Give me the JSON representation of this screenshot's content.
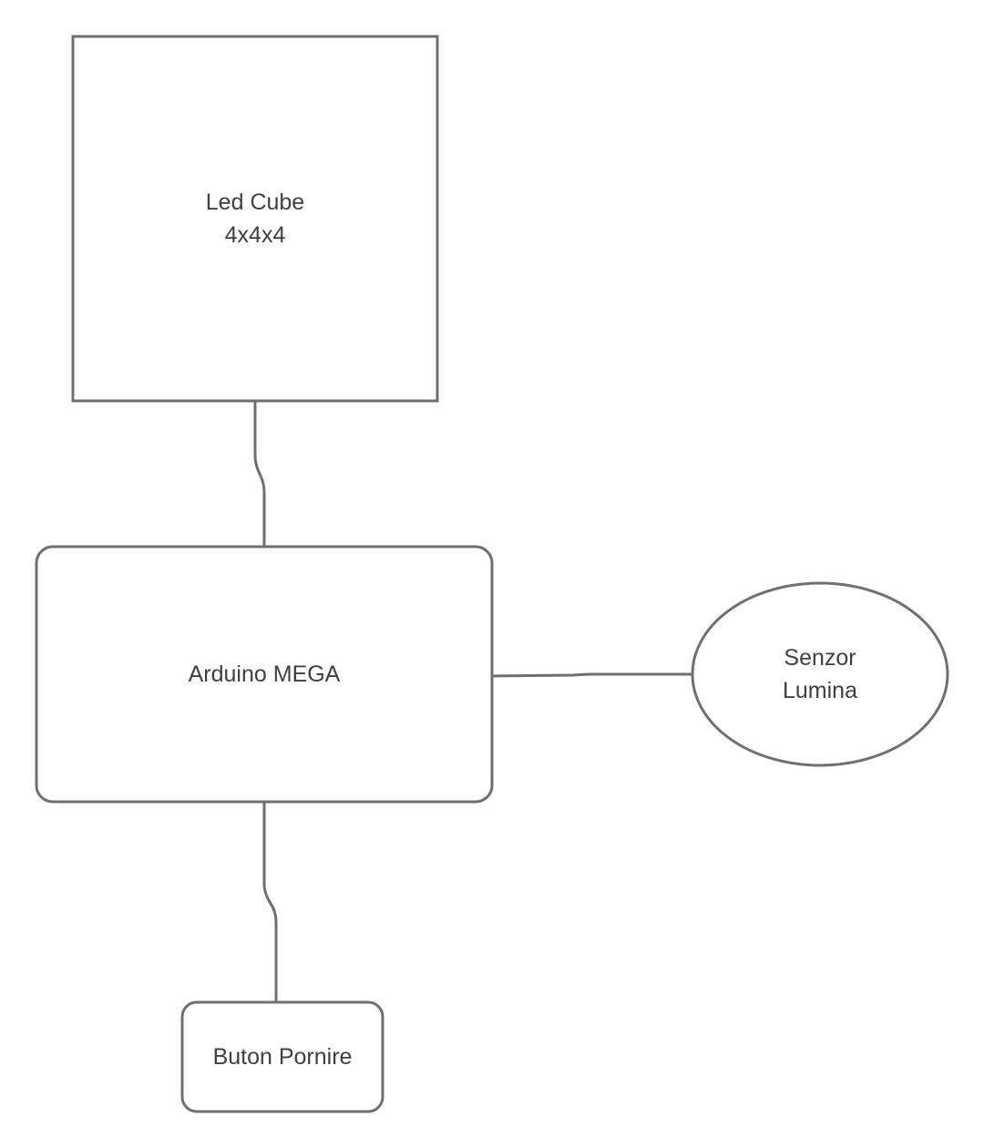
{
  "diagram": {
    "colors": {
      "stroke": "#6f6f6f",
      "text": "#404040",
      "background": "#ffffff"
    },
    "nodes": {
      "led_cube": {
        "shape": "square",
        "line1": "Led Cube",
        "line2": "4x4x4"
      },
      "arduino": {
        "shape": "rounded-rectangle",
        "label": "Arduino MEGA"
      },
      "sensor": {
        "shape": "ellipse",
        "line1": "Senzor",
        "line2": "Lumina"
      },
      "button": {
        "shape": "rounded-rectangle",
        "label": "Buton Pornire"
      }
    },
    "edges": [
      {
        "from": "led_cube",
        "to": "arduino"
      },
      {
        "from": "arduino",
        "to": "sensor"
      },
      {
        "from": "arduino",
        "to": "button"
      }
    ]
  }
}
